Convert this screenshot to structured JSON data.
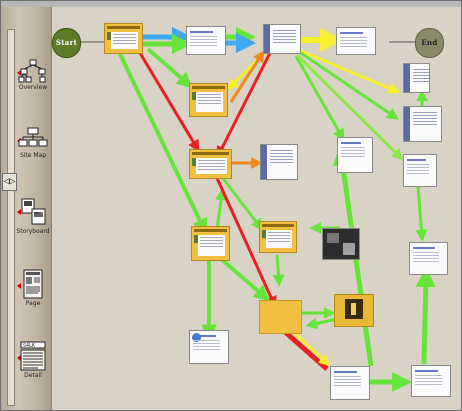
{
  "sidebar": {
    "items": [
      {
        "label": "Overview",
        "icon": "overview-tree-icon"
      },
      {
        "label": "Site Map",
        "icon": "sitemap-icon"
      },
      {
        "label": "Storyboard",
        "icon": "storyboard-icon"
      },
      {
        "label": "Page",
        "icon": "page-icon"
      },
      {
        "label": "Detail",
        "icon": "detail-icon"
      }
    ],
    "slider_handle": "◁▷"
  },
  "canvas": {
    "start_label": "Start",
    "end_label": "End",
    "arrow_colors": {
      "green": "#66e43a",
      "red": "#e82020",
      "yellow": "#f6f030",
      "orange": "#f08a20",
      "blue": "#3ea8f0"
    }
  }
}
